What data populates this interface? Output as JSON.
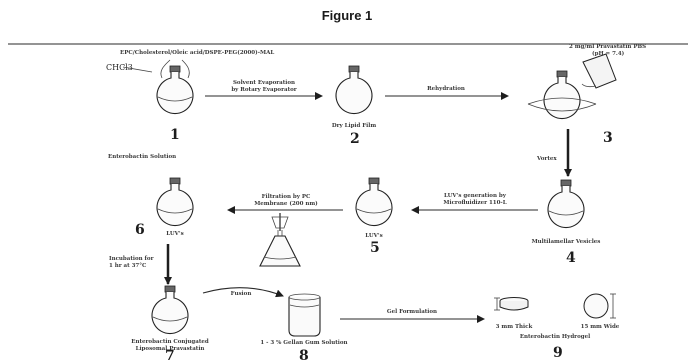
{
  "figure": {
    "title": "Figure 1"
  },
  "labels": {
    "reagents": "EPC/Cholesterol/Oleic acid/DSPE-PEG(2000)-MAL",
    "solvent": "CHCl3",
    "evaporation": [
      "Solvent Evaporation",
      "by Rotary Evaporator"
    ],
    "dry_film": "Dry Lipid Film",
    "hydration": "Rehydration",
    "pbs": [
      "2 mg/ml Pravastatin PBS",
      "(pH = 7.4)"
    ],
    "vortex": "Vortex",
    "mlv": "Multilamellar Vesicles",
    "luv_gen": [
      "LUV's generation by",
      "Microfluidizer 110-L"
    ],
    "luvs5": "LUV's",
    "filtration": [
      "Filtration by PC",
      "Membrane (200 nm)"
    ],
    "luvs6": "LUV's",
    "enterobactin_solution": "Enterobactin Solution",
    "incubation": [
      "Incubation for",
      "1 hr at 37°C"
    ],
    "conjugated": [
      "Enterobactin Conjugated",
      "Liposomal Pravastatin"
    ],
    "gellan": "1 - 3 % Gellan Gum Solution",
    "fusion": "Fusion",
    "gel_form": "Gel Formulation",
    "thickness": "3 mm Thick",
    "width": "15 mm Wide",
    "hydrogel": "Enterobactin Hydrogel"
  },
  "steps": [
    "1",
    "2",
    "3",
    "4",
    "5",
    "6",
    "7",
    "8",
    "9"
  ]
}
